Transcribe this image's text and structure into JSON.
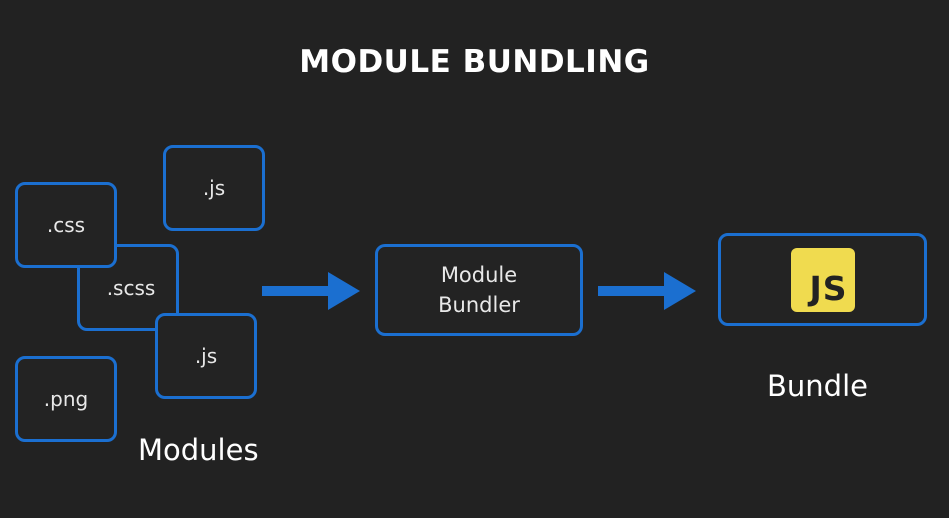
{
  "title": "MODULE BUNDLING",
  "modules": {
    "caption": "Modules",
    "items": [
      ".css",
      ".scss",
      ".js",
      ".js",
      ".png"
    ]
  },
  "bundler": {
    "line1": "Module",
    "line2": "Bundler"
  },
  "bundle": {
    "caption": "Bundle",
    "logo_text": "JS"
  },
  "colors": {
    "background": "#222222",
    "accent": "#1b6fd0",
    "js_yellow": "#f0db4f"
  }
}
